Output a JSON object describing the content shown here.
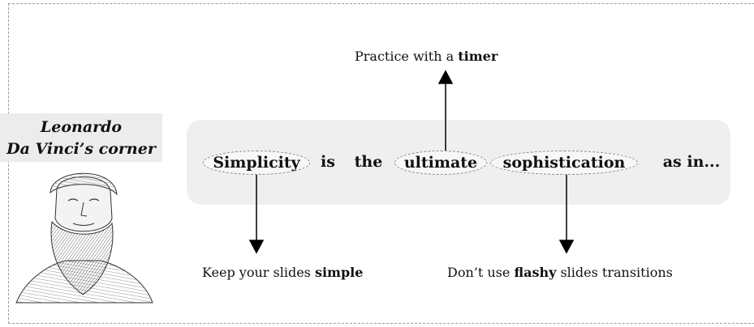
{
  "corner": {
    "title_line1": "Leonardo",
    "title_line2": "Da Vinci’s corner"
  },
  "sentence": {
    "words": [
      "Simplicity",
      "is",
      "the",
      "ultimate",
      "sophistication",
      "as in..."
    ]
  },
  "notes": {
    "top": {
      "text": "Practice with a ",
      "bold": "timer"
    },
    "left": {
      "text": "Keep your slides ",
      "bold": "simple"
    },
    "right": {
      "pre": "Don’t use ",
      "bold": "flashy",
      "post": " slides transitions"
    }
  }
}
